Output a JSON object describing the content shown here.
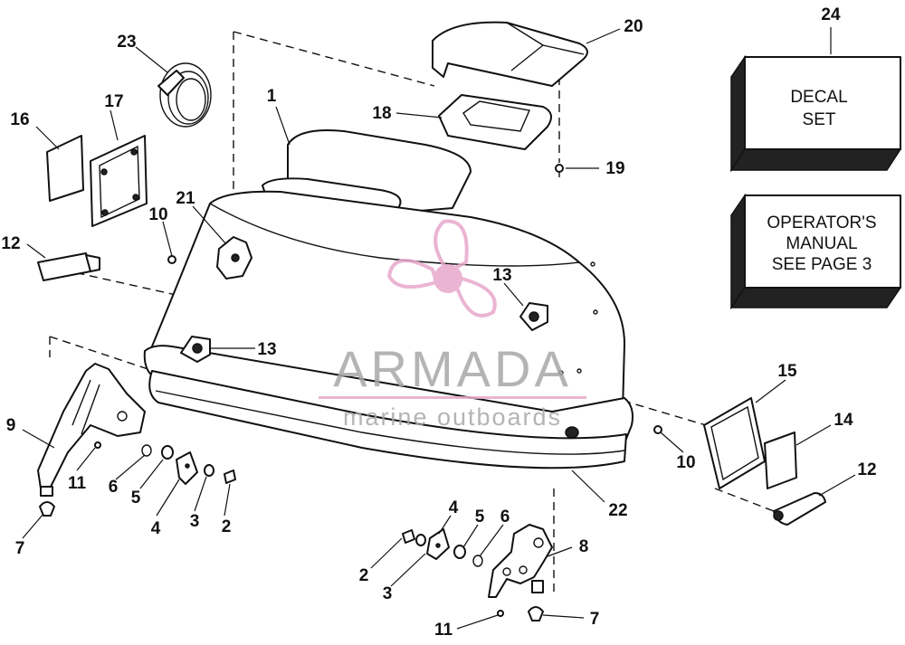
{
  "callouts": {
    "c1": "1",
    "c2a": "2",
    "c2b": "2",
    "c3a": "3",
    "c3b": "3",
    "c4a": "4",
    "c4b": "4",
    "c5a": "5",
    "c5b": "5",
    "c6a": "6",
    "c6b": "6",
    "c7a": "7",
    "c7b": "7",
    "c8": "8",
    "c9": "9",
    "c10a": "10",
    "c10b": "10",
    "c11a": "11",
    "c11b": "11",
    "c12a": "12",
    "c12b": "12",
    "c13a": "13",
    "c13b": "13",
    "c14": "14",
    "c15": "15",
    "c16": "16",
    "c17": "17",
    "c18": "18",
    "c19": "19",
    "c20": "20",
    "c21": "21",
    "c22": "22",
    "c23": "23",
    "c24": "24"
  },
  "boxes": {
    "decal": {
      "line1": "DECAL",
      "line2": "SET"
    },
    "manual": {
      "line1": "OPERATOR'S",
      "line2": "MANUAL",
      "line3": "SEE PAGE 3"
    }
  },
  "watermark": {
    "brand": "ARMADA",
    "tagline": "marine outboards",
    "color": "#e8a8cc"
  }
}
